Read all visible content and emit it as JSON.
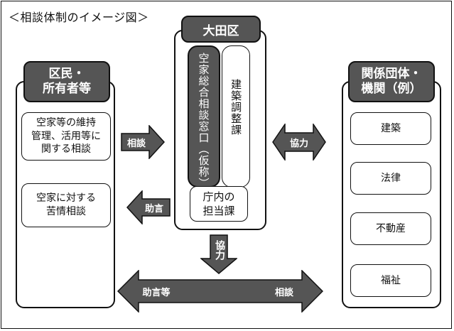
{
  "caption": "＜相談体制のイメージ図＞",
  "left_panel": {
    "header": "区民・所有者等",
    "header_line1": "区民・",
    "header_line2": "所有者等",
    "box1_line1": "空家等の維持",
    "box1_line2": "管理、活用等に",
    "box1_line3": "関する相談",
    "box2_line1": "空家に対する",
    "box2_line2": "苦情相談"
  },
  "center_panel": {
    "header": "大田区",
    "window": "空家総合相談窓口（仮称）",
    "dept": "建築調整課",
    "internal_line1": "庁内の",
    "internal_line2": "担当課"
  },
  "right_panel": {
    "header_line1": "関係団体・",
    "header_line2": "機関（例）",
    "items": [
      "建築",
      "法律",
      "不動産",
      "福祉"
    ]
  },
  "arrows": {
    "consult_right": "相談",
    "advice_left": "助言",
    "cooperate_horizontal": "協力",
    "cooperate_vertical": "協力",
    "bottom_left": "助言等",
    "bottom_right": "相談"
  },
  "colors": {
    "header_fill": "#555555",
    "arrow_fill": "#555555",
    "border": "#111111"
  }
}
